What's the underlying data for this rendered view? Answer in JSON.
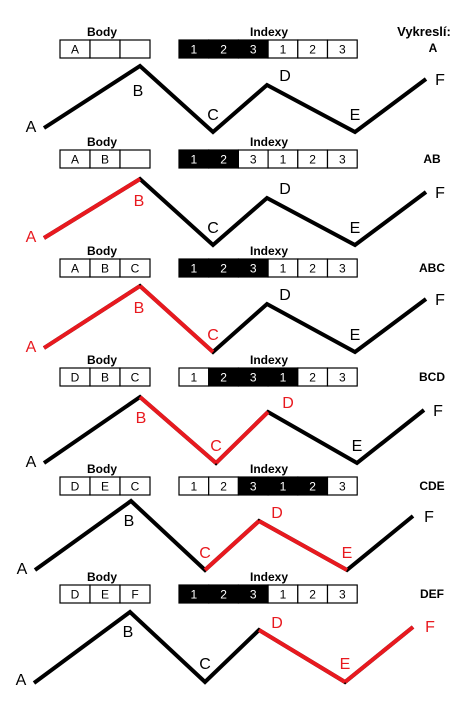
{
  "header": {
    "vykresli_label": "Vykreslí:"
  },
  "colors": {
    "line": "#000000",
    "highlight": "#e8191f",
    "index_fill": "#000000",
    "box_fill": "#ffffff"
  },
  "steps": [
    {
      "body_title": "Body",
      "indexy_title": "Indexy",
      "body": [
        "A",
        "",
        ""
      ],
      "indexy": [
        "1",
        "2",
        "3",
        "1",
        "2",
        "3"
      ],
      "indexy_filled": [
        true,
        true,
        true,
        false,
        false,
        false
      ],
      "draw": "A",
      "point_labels": [
        "A",
        "B",
        "C",
        "D",
        "E",
        "F"
      ],
      "red_points": [
        false,
        false,
        false,
        false,
        false,
        false
      ]
    },
    {
      "body_title": "Body",
      "indexy_title": "Indexy",
      "body": [
        "A",
        "B",
        ""
      ],
      "indexy": [
        "1",
        "2",
        "3",
        "1",
        "2",
        "3"
      ],
      "indexy_filled": [
        true,
        true,
        false,
        false,
        false,
        false
      ],
      "draw": "AB",
      "point_labels": [
        "A",
        "B",
        "C",
        "D",
        "E",
        "F"
      ],
      "red_points": [
        true,
        true,
        false,
        false,
        false,
        false
      ]
    },
    {
      "body_title": "Body",
      "indexy_title": "Indexy",
      "body": [
        "A",
        "B",
        "C"
      ],
      "indexy": [
        "1",
        "2",
        "3",
        "1",
        "2",
        "3"
      ],
      "indexy_filled": [
        true,
        true,
        true,
        false,
        false,
        false
      ],
      "draw": "ABC",
      "point_labels": [
        "A",
        "B",
        "C",
        "D",
        "E",
        "F"
      ],
      "red_points": [
        true,
        true,
        true,
        false,
        false,
        false
      ]
    },
    {
      "body_title": "Body",
      "indexy_title": "Indexy",
      "body": [
        "D",
        "B",
        "C"
      ],
      "indexy": [
        "1",
        "2",
        "3",
        "1",
        "2",
        "3"
      ],
      "indexy_filled": [
        false,
        true,
        true,
        true,
        false,
        false
      ],
      "draw": "BCD",
      "point_labels": [
        "A",
        "B",
        "C",
        "D",
        "E",
        "F"
      ],
      "red_points": [
        false,
        true,
        true,
        true,
        false,
        false
      ]
    },
    {
      "body_title": "Body",
      "indexy_title": "Indexy",
      "body": [
        "D",
        "E",
        "C"
      ],
      "indexy": [
        "1",
        "2",
        "3",
        "1",
        "2",
        "3"
      ],
      "indexy_filled": [
        false,
        false,
        true,
        true,
        true,
        false
      ],
      "draw": "CDE",
      "point_labels": [
        "A",
        "B",
        "C",
        "D",
        "E",
        "F"
      ],
      "red_points": [
        false,
        false,
        true,
        true,
        true,
        false
      ]
    },
    {
      "body_title": "Body",
      "indexy_title": "Indexy",
      "body": [
        "D",
        "E",
        "F"
      ],
      "indexy": [
        "1",
        "2",
        "3",
        "1",
        "2",
        "3"
      ],
      "indexy_filled": [
        true,
        true,
        true,
        false,
        false,
        false
      ],
      "draw": "DEF",
      "point_labels": [
        "A",
        "B",
        "C",
        "D",
        "E",
        "F"
      ],
      "red_points": [
        false,
        false,
        false,
        true,
        true,
        true
      ]
    }
  ]
}
